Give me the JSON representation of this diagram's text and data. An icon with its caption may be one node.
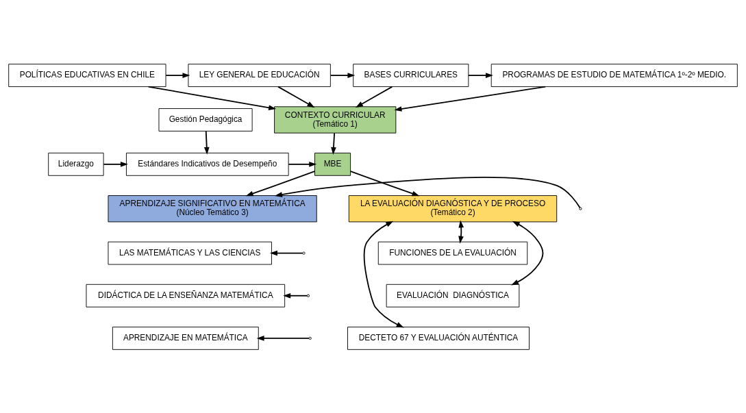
{
  "diagram": {
    "nodes": [
      {
        "text": [
          "POLÍTICAS EDUCATIVAS EN CHILE"
        ]
      },
      {
        "text": [
          "LEY GENERAL DE EDUCACIÓN"
        ]
      },
      {
        "text": [
          "BASES CURRICULARES"
        ]
      },
      {
        "text": [
          "PROGRAMAS DE ESTUDIO DE MATEMÁTICA 1º-2º MEDIO."
        ]
      },
      {
        "text": [
          "CONTEXTO CURRICULAR",
          "(Temático 1)"
        ]
      },
      {
        "text": [
          "Gestión Pedagógica"
        ]
      },
      {
        "text": [
          "MBE"
        ]
      },
      {
        "text": [
          "Estándares Indicativos de Desempeño"
        ]
      },
      {
        "text": [
          "Liderazgo"
        ]
      },
      {
        "text": [
          "LA EVALUACIÓN DIAGNÓSTICA Y DE PROCESO",
          "(Temático 2)"
        ]
      },
      {
        "text": [
          "APRENDIZAJE SIGNIFICATIVO EN MATEMÁTICA",
          "(Núcleo Temático 3)"
        ]
      },
      {
        "text": [
          "FUNCIONES DE LA EVALUACIÓN"
        ]
      },
      {
        "text": [
          "LAS MATEMÁTICAS Y LAS CIENCIAS"
        ]
      },
      {
        "text": [
          "EVALUACIÓN  DIAGNÓSTICA"
        ]
      },
      {
        "text": [
          "DIDÁCTICA DE LA ENSEÑANZA MATEMÁTICA"
        ]
      },
      {
        "text": [
          "DECTETO 67 Y EVALUACIÓN AUTÉNTICA"
        ]
      },
      {
        "text": [
          "APRENDIZAJE EN MATEMÁTICA"
        ]
      }
    ],
    "edges": [
      {
        "from": 0,
        "to": 1,
        "arrow": "to"
      },
      {
        "from": 1,
        "to": 2,
        "arrow": "to"
      },
      {
        "from": 2,
        "to": 3,
        "arrow": "to"
      },
      {
        "from": 0,
        "to": 4,
        "arrow": "to"
      },
      {
        "from": 1,
        "to": 4,
        "arrow": "to"
      },
      {
        "from": 2,
        "to": 4,
        "arrow": "to"
      },
      {
        "from": 3,
        "to": 4,
        "arrow": "to"
      },
      {
        "from": 4,
        "to": 6,
        "arrow": "to"
      },
      {
        "from": 5,
        "to": 7,
        "arrow": "to"
      },
      {
        "from": 8,
        "to": 7,
        "arrow": "to"
      },
      {
        "from": 7,
        "to": 6,
        "arrow": "to"
      },
      {
        "from": 6,
        "to": 9,
        "arrow": "to"
      },
      {
        "from": 6,
        "to": 10,
        "arrow": "to"
      },
      {
        "from": 9,
        "to": 11,
        "arrow": "both"
      },
      {
        "from": 9,
        "to": 13,
        "arrow": "both"
      },
      {
        "from": 9,
        "to": 15,
        "arrow": "both"
      },
      {
        "from": null,
        "to": 10,
        "arrow": "to"
      },
      {
        "from": null,
        "to": 12,
        "arrow": "to"
      },
      {
        "from": null,
        "to": 14,
        "arrow": "to"
      },
      {
        "from": null,
        "to": 16,
        "arrow": "to"
      }
    ]
  }
}
